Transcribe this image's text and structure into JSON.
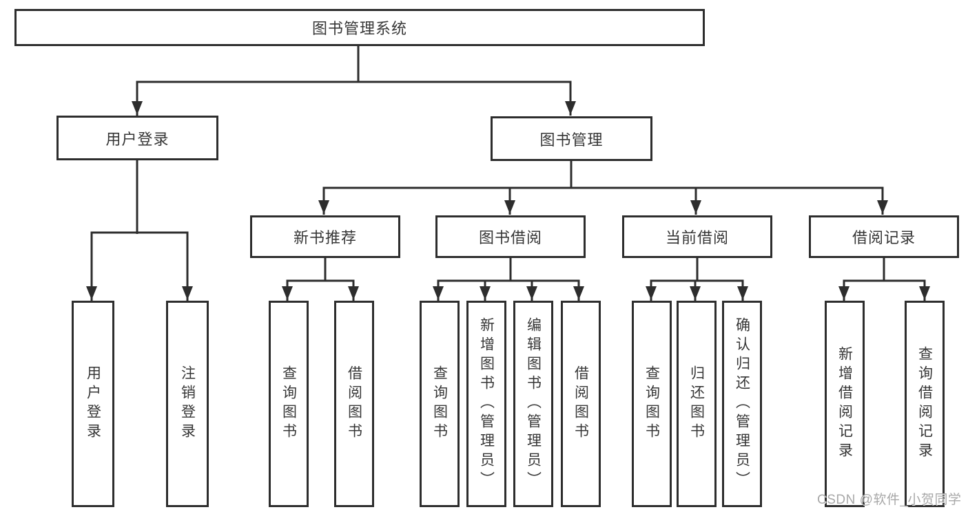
{
  "diagram": {
    "root": "图书管理系统",
    "branch_user": {
      "label": "用户登录",
      "leaves": [
        "用户登录",
        "注销登录"
      ]
    },
    "branch_book": {
      "label": "图书管理"
    },
    "sections": [
      {
        "label": "新书推荐",
        "leaves": [
          "查询图书",
          "借阅图书"
        ]
      },
      {
        "label": "图书借阅",
        "leaves": [
          "查询图书",
          "新增图书（管理员）",
          "编辑图书（管理员）",
          "借阅图书"
        ]
      },
      {
        "label": "当前借阅",
        "leaves": [
          "查询图书",
          "归还图书",
          "确认归还（管理员）"
        ]
      },
      {
        "label": "借阅记录",
        "leaves": [
          "新增借阅记录",
          "查询借阅记录"
        ]
      }
    ]
  },
  "watermark": {
    "text": "CSDN @软件_小贺同学"
  },
  "colors": {
    "line": "#2d2d2d",
    "text": "#363636",
    "background": "#ffffff",
    "watermark": "#a8a8a8"
  }
}
